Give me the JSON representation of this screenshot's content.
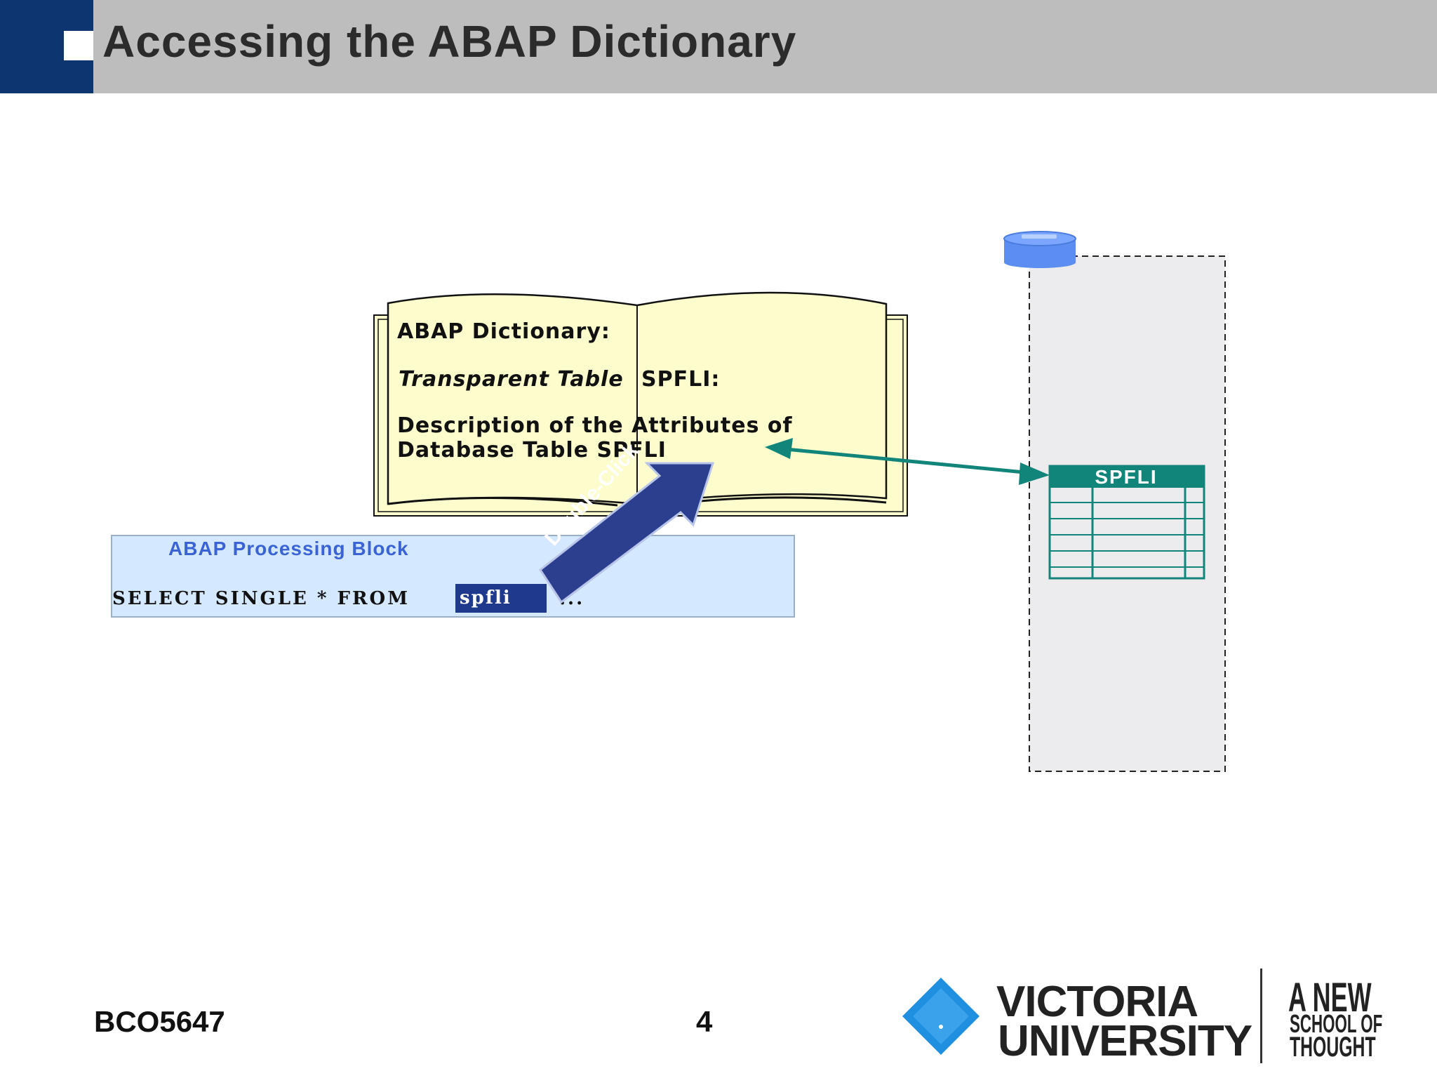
{
  "slide": {
    "title": "Accessing the ABAP Dictionary",
    "course_code": "BCO5647",
    "page_number": "4"
  },
  "book": {
    "heading": "ABAP Dictionary:",
    "table_type_label": "Transparent Table",
    "table_name": "SPFLI:",
    "description_line1": "Description of the Attributes of",
    "description_line2": "Database Table SPFLI"
  },
  "processing_block": {
    "title": "ABAP Processing Block",
    "code_prefix": "SELECT SINGLE * FROM",
    "code_highlight": "spfli",
    "code_suffix": "..."
  },
  "arrow": {
    "label": "Double-Click"
  },
  "database": {
    "table_name": "SPFLI"
  },
  "logo": {
    "name_line1": "VICTORIA",
    "name_line2": "UNIVERSITY",
    "slogan_line1": "A NEW",
    "slogan_line2": "SCHOOL OF",
    "slogan_line3": "THOUGHT"
  },
  "colors": {
    "title_bar": "#bdbdbd",
    "title_accent": "#0d3570",
    "book_page": "#fdfccd",
    "processing_block": "#d4e8ff",
    "arrow_blue": "#2c3f8f",
    "teal": "#12857a",
    "db_area": "#ececee",
    "db_icon": "#5b8ef0",
    "logo_blue": "#1f8fe0"
  }
}
